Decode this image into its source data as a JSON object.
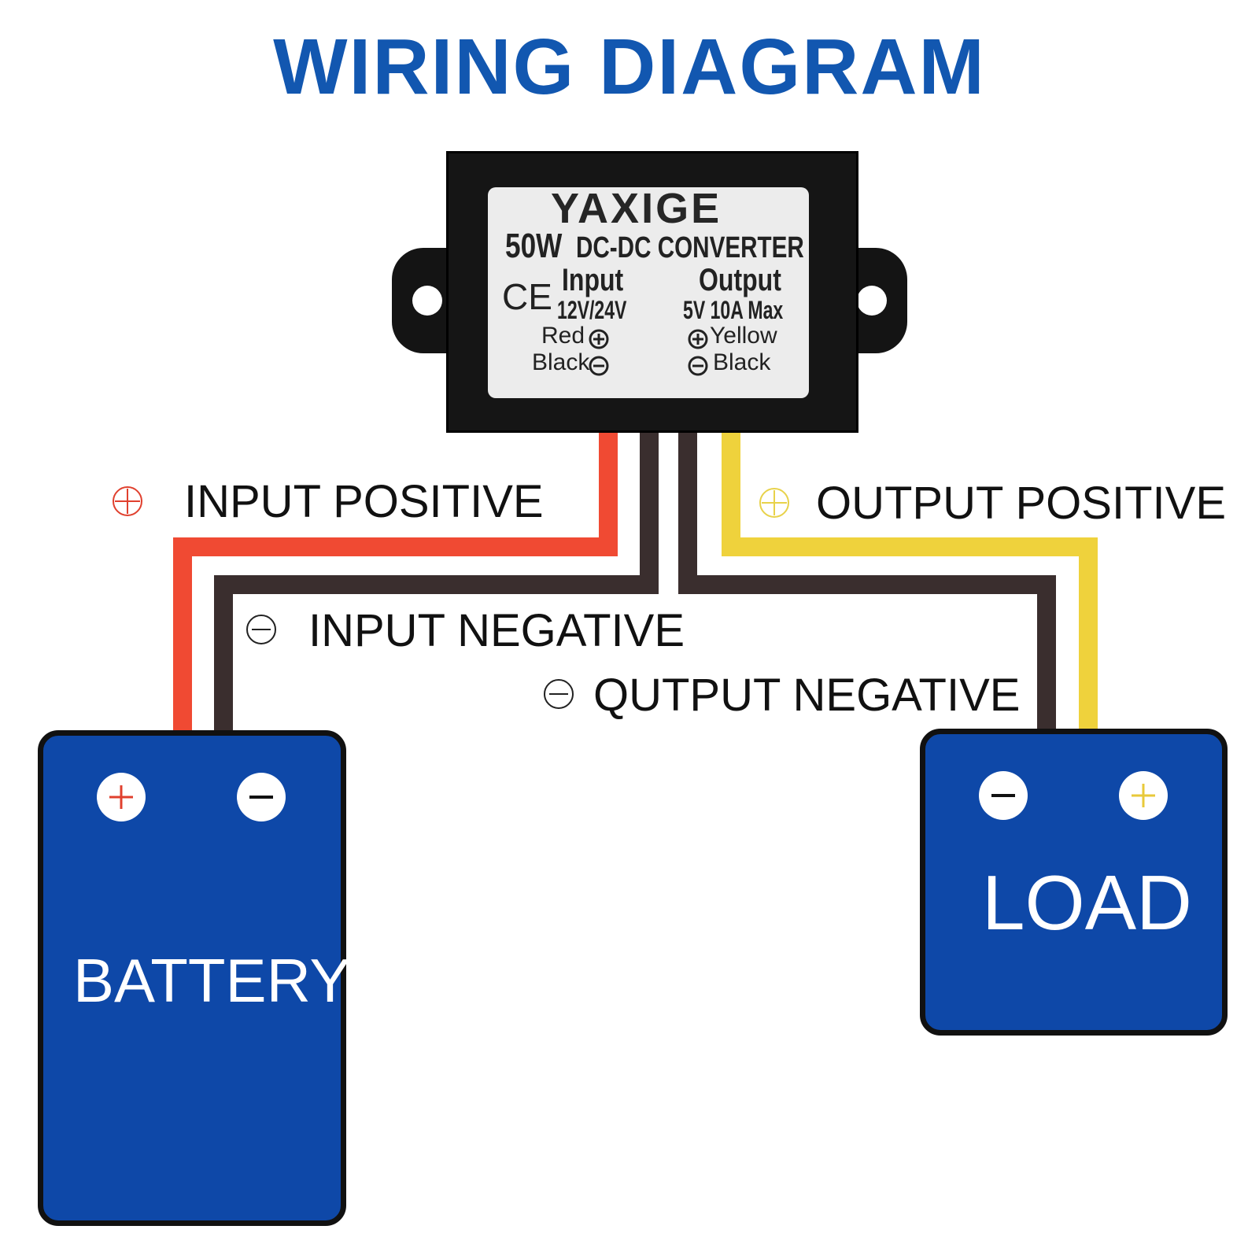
{
  "title": "WIRING DIAGRAM",
  "converter": {
    "brand": "YAXIGE",
    "power": "50W",
    "model": "DC-DC CONVERTER",
    "certification": "CE",
    "input_heading": "Input",
    "input_voltage": "12V/24V",
    "input_positive_wire": "Red",
    "input_negative_wire": "Black",
    "output_heading": "Output",
    "output_rating": "5V 10A Max",
    "output_positive_wire": "Yellow",
    "output_negative_wire": "Black"
  },
  "wire_labels": {
    "input_positive": "INPUT POSITIVE",
    "input_negative": "INPUT NEGATIVE",
    "output_positive": "OUTPUT POSITIVE",
    "output_negative": "QUTPUT NEGATIVE"
  },
  "battery": {
    "label": "BATTERY"
  },
  "load": {
    "label": "LOAD"
  },
  "colors": {
    "title": "#1257b0",
    "red_wire": "#f04a33",
    "black_wire": "#3a2e2e",
    "yellow_wire": "#efd23c",
    "device_fill": "#0e48a8"
  },
  "icons": [
    "plus-circle-icon",
    "minus-circle-icon",
    "mounting-hole-icon"
  ]
}
